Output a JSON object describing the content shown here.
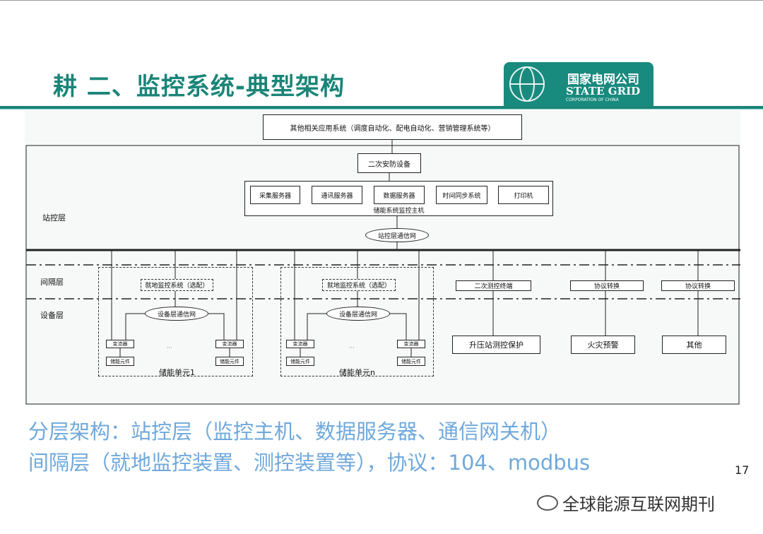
{
  "header": {
    "title": "耕 二、监控系统-典型架构",
    "logo": {
      "cn": "国家电网公司",
      "en": "STATE GRID",
      "sub": "CORPORATION OF CHINA"
    }
  },
  "diagram": {
    "top_box": "其他相关应用系统（调度自动化、配电自动化、营销管理系统等）",
    "security": "二次安防设备",
    "servers": [
      "采集服务器",
      "通讯服务器",
      "数据服务器",
      "时间同步系统",
      "打印机"
    ],
    "host": "储能系统监控主机",
    "station_net": "站控层通信网",
    "layers": [
      "站控层",
      "间隔层",
      "设备层"
    ],
    "units": [
      {
        "local": "就地监控系统（选配）",
        "net": "设备层通信网",
        "conv": "变流器",
        "elem": "储能元件",
        "dots": "···",
        "name": "储能单元1"
      },
      {
        "local": "就地监控系统（选配）",
        "net": "设备层通信网",
        "conv": "变流器",
        "elem": "储能元件",
        "dots": "···",
        "name": "储能单元n"
      }
    ],
    "bay": [
      "二次测控终端",
      "协议转换",
      "协议转换"
    ],
    "devices": [
      "升压站测控保护",
      "火灾预警",
      "其他"
    ]
  },
  "bottom": {
    "line1": "分层架构：站控层（监控主机、数据服务器、通信网关机）",
    "line2": "间隔层（就地监控装置、测控装置等），协议：104、modbus"
  },
  "page_number": "17",
  "watermark": "全球能源互联网期刊"
}
